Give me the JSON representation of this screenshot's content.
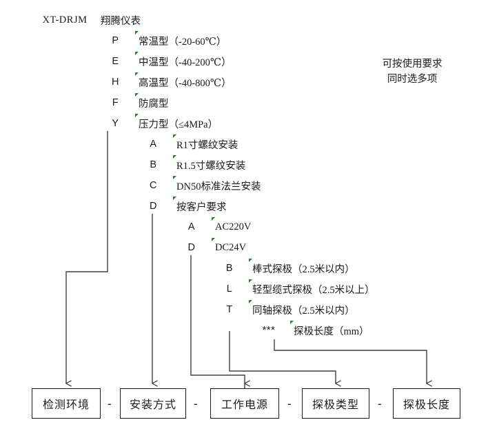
{
  "title_code": "XT-DRJM",
  "brand": "翔腾仪表",
  "side_note": "可按使用要求\n同时选多项",
  "side_note_line1": "可按使用要求",
  "side_note_line2": "同时选多项",
  "groups": {
    "environment": {
      "name": "检测环境",
      "options": [
        {
          "code": "P",
          "desc": "常温型（-20-60℃）"
        },
        {
          "code": "E",
          "desc": "中温型（-40-200℃）"
        },
        {
          "code": "H",
          "desc": "高温型（-40-800℃）"
        },
        {
          "code": "F",
          "desc": "防腐型"
        },
        {
          "code": "Y",
          "desc": "压力型（≤4MPa）"
        }
      ]
    },
    "installation": {
      "name": "安装方式",
      "options": [
        {
          "code": "A",
          "desc": "R1寸螺纹安装"
        },
        {
          "code": "B",
          "desc": "R1.5寸螺纹安装"
        },
        {
          "code": "C",
          "desc": "DN50标准法兰安装"
        },
        {
          "code": "D",
          "desc": "按客户要求"
        }
      ]
    },
    "power": {
      "name": "工作电源",
      "options": [
        {
          "code": "A",
          "desc": "AC220V"
        },
        {
          "code": "D",
          "desc": "DC24V"
        }
      ]
    },
    "probe_type": {
      "name": "探极类型",
      "options": [
        {
          "code": "B",
          "desc": "棒式探极（2.5米以内）"
        },
        {
          "code": "L",
          "desc": "轻型缆式探极（2.5米以上）"
        },
        {
          "code": "T",
          "desc": "同轴探极（2.5米以内）"
        }
      ]
    },
    "probe_length": {
      "name": "探极长度",
      "options": [
        {
          "code": "***",
          "desc": "探极长度（mm）"
        }
      ]
    }
  },
  "result_boxes": [
    {
      "label": "检测环境"
    },
    {
      "label": "安装方式"
    },
    {
      "label": "工作电源"
    },
    {
      "label": "探极类型"
    },
    {
      "label": "探极长度"
    }
  ],
  "separators": [
    "-",
    "-",
    "-",
    "-"
  ],
  "colors": {
    "line": "#3f3f3f",
    "box_border": "#1a1a1a",
    "error_mark": "#2f7d32",
    "text": "#1a1a1a",
    "background": "#ffffff"
  }
}
